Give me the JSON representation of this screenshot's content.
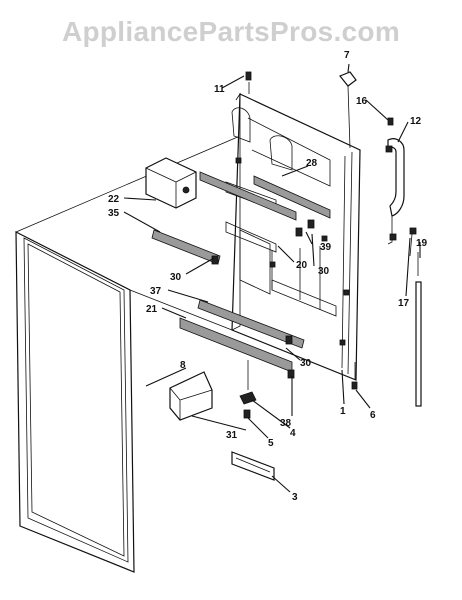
{
  "watermark": "AppliancePartsPros.com",
  "part_labels": {
    "p1": "1",
    "p3": "3",
    "p4": "4",
    "p5": "5",
    "p6": "6",
    "p7": "7",
    "p8": "8",
    "p11": "11",
    "p12": "12",
    "p16": "16",
    "p17": "17",
    "p19": "19",
    "p20": "20",
    "p21": "21",
    "p22": "22",
    "p28": "28",
    "p30a": "30",
    "p30b": "30",
    "p30c": "30",
    "p31": "31",
    "p35": "35",
    "p37": "37",
    "p38": "38",
    "p39": "39"
  }
}
